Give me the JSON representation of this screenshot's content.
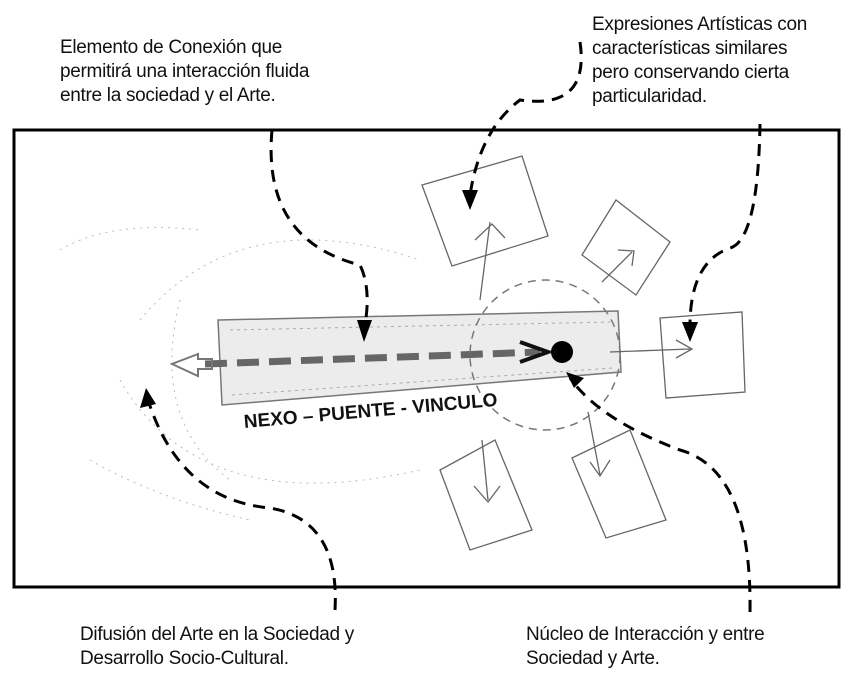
{
  "labels": {
    "top_left": [
      "Elemento de Conexión que",
      "permitirá una interacción fluida",
      "entre la sociedad y el Arte."
    ],
    "top_right": [
      "Expresiones Artísticas con",
      "características similares",
      "pero conservando cierta",
      "particularidad."
    ],
    "bottom_left": [
      "Difusión del Arte en la Sociedad y",
      "Desarrollo Socio-Cultural."
    ],
    "bottom_right": [
      "Núcleo de Interacción y entre",
      "Sociedad y Arte."
    ]
  },
  "band_text": "NEXO – PUENTE - VINCULO",
  "colors": {
    "ink": "#111111",
    "sketch": "#777777",
    "band_fill": "#e9e9e9",
    "frame": "#000000"
  }
}
